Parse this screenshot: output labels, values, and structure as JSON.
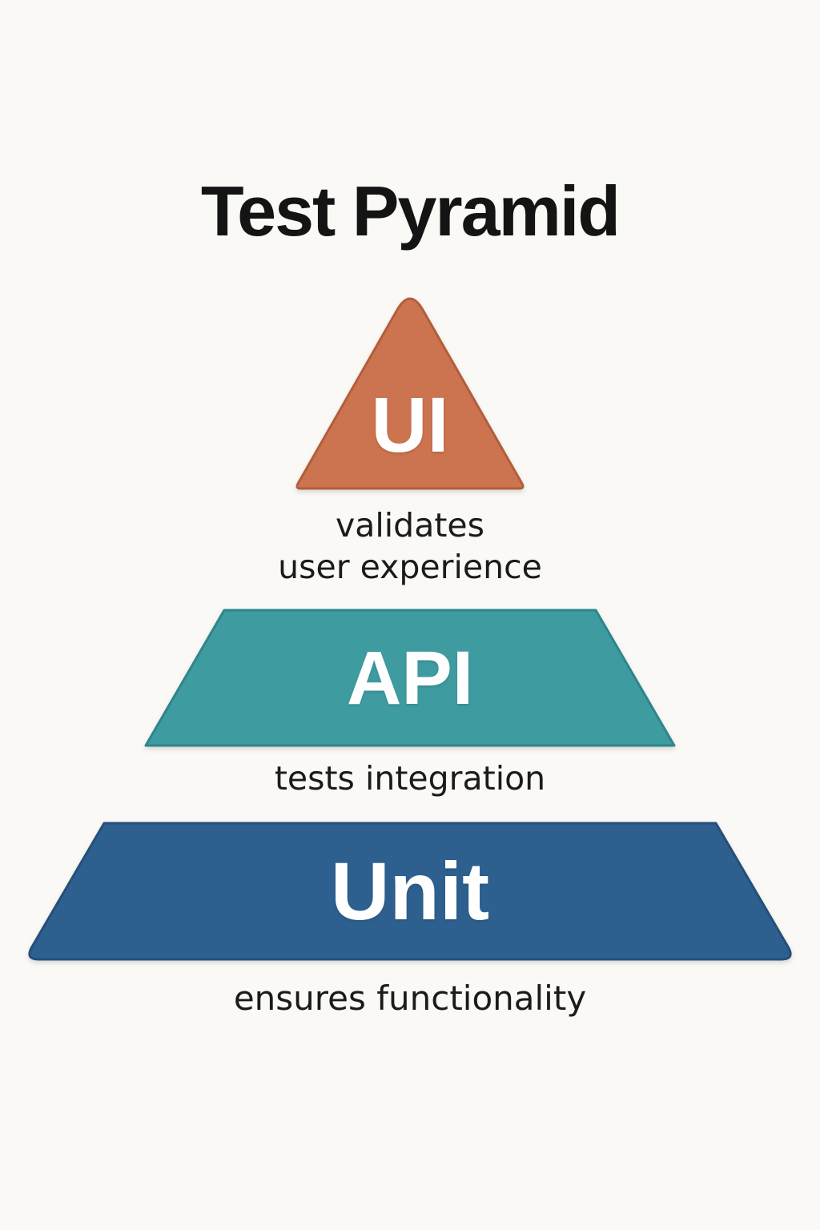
{
  "title": "Test Pyramid",
  "colors": {
    "background": "#FAF9F6",
    "heading_text": "#141414",
    "caption_text": "#1B1B1B",
    "shape_label_text": "#FFFFFF"
  },
  "layers": [
    {
      "id": "ui",
      "label": "UI",
      "shape": "triangle",
      "fill": "#CC7450",
      "stroke": "#B25E3C",
      "caption_lines": [
        "validates",
        "user experience"
      ]
    },
    {
      "id": "api",
      "label": "API",
      "shape": "trapezoid",
      "fill": "#3E9CA1",
      "stroke": "#2F858C",
      "caption_lines": [
        "tests integration"
      ]
    },
    {
      "id": "unit",
      "label": "Unit",
      "shape": "trapezoid",
      "fill": "#2E608F",
      "stroke": "#254F79",
      "caption_lines": [
        "ensures functionality"
      ]
    }
  ]
}
